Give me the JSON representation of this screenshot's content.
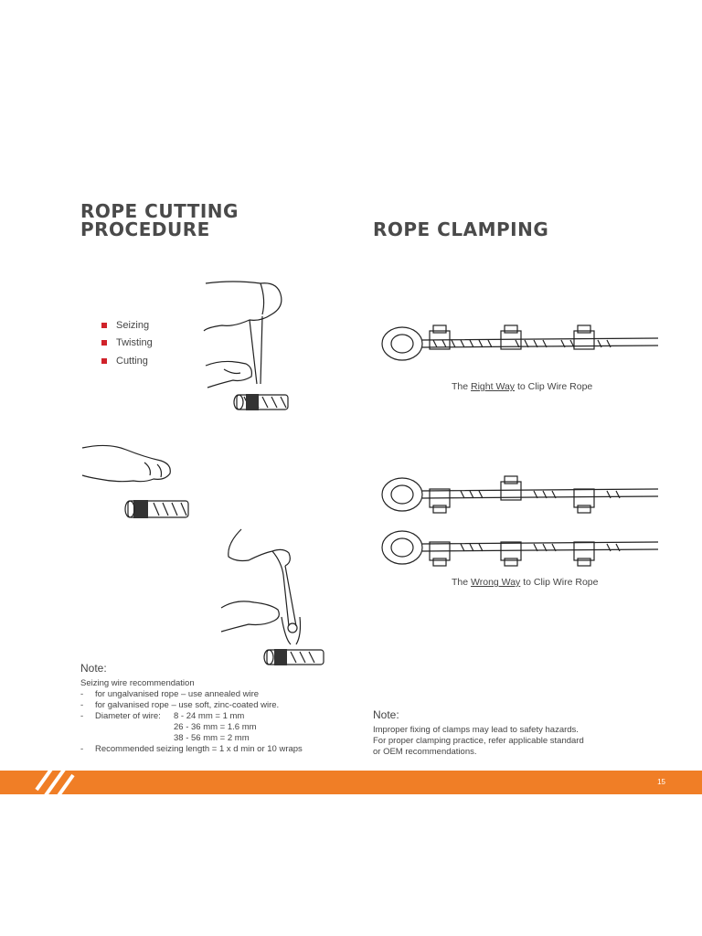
{
  "left": {
    "title_line1": "ROPE CUTTING",
    "title_line2": "PROCEDURE",
    "steps": [
      "Seizing",
      "Twisting",
      "Cutting"
    ],
    "note": {
      "heading": "Note:",
      "intro": "Seizing wire recommendation",
      "items": [
        {
          "bullet": "-",
          "text": "for ungalvanised rope – use annealed wire"
        },
        {
          "bullet": "-",
          "text": "for galvanised rope – use soft, zinc-coated wire."
        },
        {
          "bullet": "-",
          "label": "Diameter of wire:",
          "values": [
            "8 - 24 mm = 1 mm",
            "26 - 36 mm = 1.6 mm",
            "38 - 56 mm = 2 mm"
          ]
        },
        {
          "bullet": "-",
          "text": "Recommended seizing length = 1 x d min or 10 wraps"
        }
      ]
    }
  },
  "right": {
    "title": "ROPE CLAMPING",
    "right_caption": {
      "pre": "The ",
      "emph": "Right Way",
      "post": " to Clip Wire Rope"
    },
    "wrong_caption": {
      "pre": "The ",
      "emph": "Wrong Way",
      "post": " to Clip Wire Rope"
    },
    "note": {
      "heading": "Note:",
      "lines": [
        "Improper fixing of clamps may lead to safety hazards.",
        "For proper clamping practice, refer applicable standard",
        "or OEM recommendations."
      ]
    }
  },
  "footer": {
    "page_number": "15",
    "band_color": "#f07e26",
    "bullet_color": "#d0222a"
  }
}
